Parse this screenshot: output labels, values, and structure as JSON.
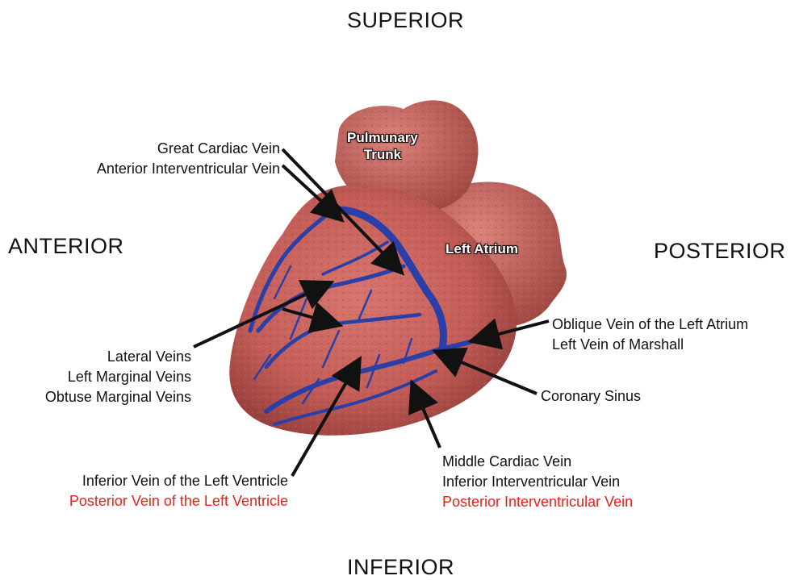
{
  "orientation": {
    "superior": "SUPERIOR",
    "inferior": "INFERIOR",
    "anterior": "ANTERIOR",
    "posterior": "POSTERIOR"
  },
  "structures": {
    "pulmonary_trunk": [
      "Pulmunary",
      "Trunk"
    ],
    "left_atrium": "Left Atrium"
  },
  "labels": {
    "great_cardiac_vein": [
      "Great Cardiac Vein",
      "Anterior Interventricular Vein"
    ],
    "lateral_veins": [
      "Lateral Veins",
      "Left Marginal Veins",
      "Obtuse Marginal Veins"
    ],
    "inferior_vein_lv": [
      "Inferior Vein of the Left Ventricle",
      "Posterior Vein of the Left Ventricle"
    ],
    "middle_cardiac_vein": [
      "Middle Cardiac Vein",
      "Inferior Interventricular Vein",
      "Posterior Interventricular Vein"
    ],
    "oblique_vein": [
      "Oblique Vein of the Left Atrium",
      "Left Vein of Marshall"
    ],
    "coronary_sinus": "Coronary Sinus"
  },
  "colors": {
    "heart_tissue": "#c8625c",
    "heart_shadow": "#8e3a37",
    "veins": "#2a3fa8",
    "label_text": "#111111",
    "alt_name_red": "#e8201a"
  }
}
